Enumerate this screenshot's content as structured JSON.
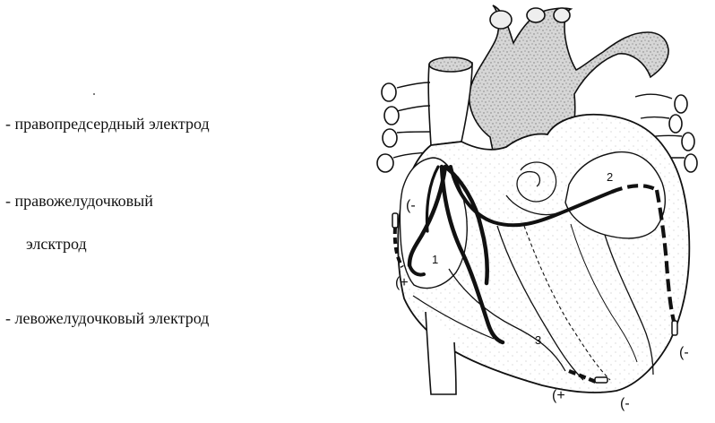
{
  "legend": {
    "right_atrial": "- правопредсердный электрод",
    "right_ventricular_line1": "- правожелудочковый",
    "right_ventricular_line2": "элсктрод",
    "left_ventricular": "- левожелудочковый электрод"
  },
  "diagram": {
    "labels": {
      "lead1": "1",
      "lead2": "2",
      "lead3": "3"
    },
    "polarity": {
      "ra_minus": "(-",
      "ra_plus": "(+",
      "rv_plus": "(+",
      "rv_minus": "(-",
      "lv_minus": "(-"
    }
  },
  "colors": {
    "ink": "#111111",
    "texture": "#7a7a7a"
  }
}
